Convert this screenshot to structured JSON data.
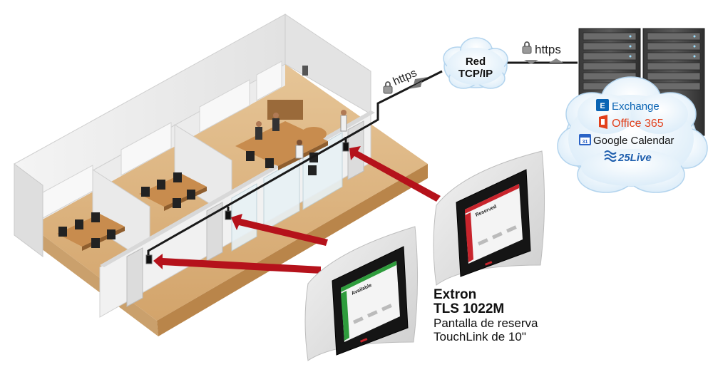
{
  "network": {
    "cloud_label_line1": "Red",
    "cloud_label_line2": "TCP/IP",
    "protocol_left": "https",
    "protocol_right": "https"
  },
  "services": {
    "items": [
      "Exchange",
      "Office 365",
      "Google Calendar",
      "25Live"
    ],
    "exchange_color": "#0a64b4",
    "office_color": "#e2411c",
    "google_color": "#2b64c6",
    "live_color": "#1f5fae"
  },
  "panels": {
    "front_screen_text": "Available",
    "back_screen_text": "Reserved",
    "available_color": "#2e9c3c",
    "reserved_color": "#c8242c"
  },
  "product": {
    "brand": "Extron",
    "model": "TLS 1022M",
    "desc_line1": "Pantalla de reserva",
    "desc_line2": "TouchLink de 10\""
  },
  "colors": {
    "arrow": "#b5121b",
    "cable": "#1a1a1a",
    "cloud_fill": "#e4f1fb",
    "cloud_stroke": "#b3d4ee",
    "table_wood": "#c88c4e",
    "floor": "#d9b07c"
  }
}
